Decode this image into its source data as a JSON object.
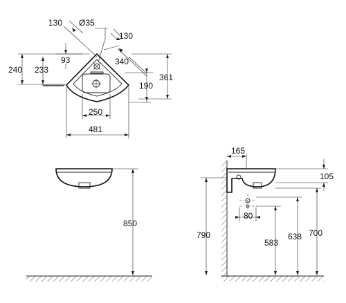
{
  "top_view": {
    "dims": {
      "d_130_left": "130",
      "d_dia35": "Ø35",
      "d_130_right": "130",
      "d_93": "93",
      "d_340": "340",
      "d_240": "240",
      "d_233": "233",
      "d_361": "361",
      "d_190": "190",
      "d_250": "250",
      "d_481": "481"
    }
  },
  "front_view": {
    "dims": {
      "d_850": "850"
    }
  },
  "side_view": {
    "dims": {
      "d_165": "165",
      "d_105": "105",
      "d_80": "80",
      "d_790": "790",
      "d_583": "583",
      "d_638": "638",
      "d_700": "700"
    }
  }
}
